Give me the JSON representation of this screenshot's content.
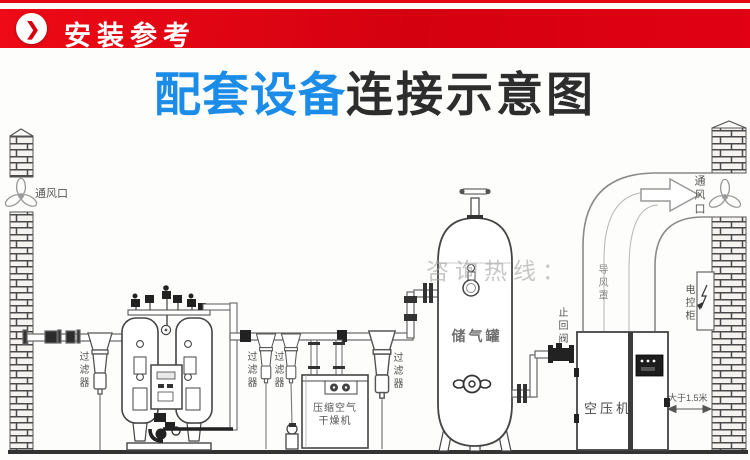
{
  "banner": {
    "label": "安装参考",
    "arrow_glyph": "❯",
    "bg_color": "#e30613"
  },
  "title": {
    "highlight": "配套设备",
    "rest": "连接示意图",
    "highlight_color": "#1b8ce8"
  },
  "watermark": {
    "text": "咨询热线："
  },
  "diagram": {
    "labels": {
      "vent_left": "通风口",
      "filter_1": "过滤器",
      "filter_2": "过滤器",
      "filter_3": "过滤器",
      "filter_4": "过滤器",
      "dryer_line1": "压缩空气",
      "dryer_line2": "干燥机",
      "tank": "储气罐",
      "check_valve": "止回阀",
      "compressor": "空压机",
      "air_hood": "导风罩",
      "vent_right": "通风口",
      "electric_cabinet": "电控柜",
      "distance": "大于1.5米"
    },
    "colors": {
      "line": "#555555",
      "wall_mortar": "#4a4a4a",
      "floor": "#333333"
    }
  }
}
